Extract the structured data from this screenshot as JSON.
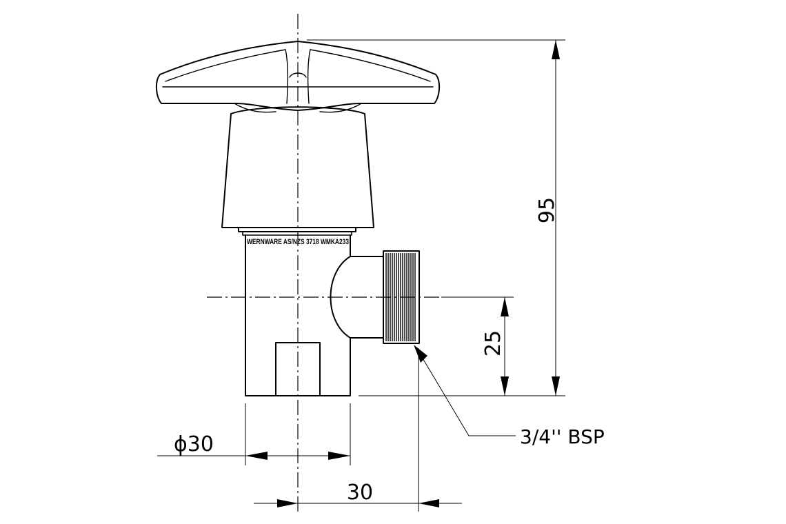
{
  "dimensions": {
    "height_total": "95",
    "outlet_height": "25",
    "body_diameter": "ϕ30",
    "outlet_offset": "30"
  },
  "callouts": {
    "thread": "3/4'' BSP"
  },
  "body_marking": "WERNWARE AS/NZS 3718 WMKA233"
}
